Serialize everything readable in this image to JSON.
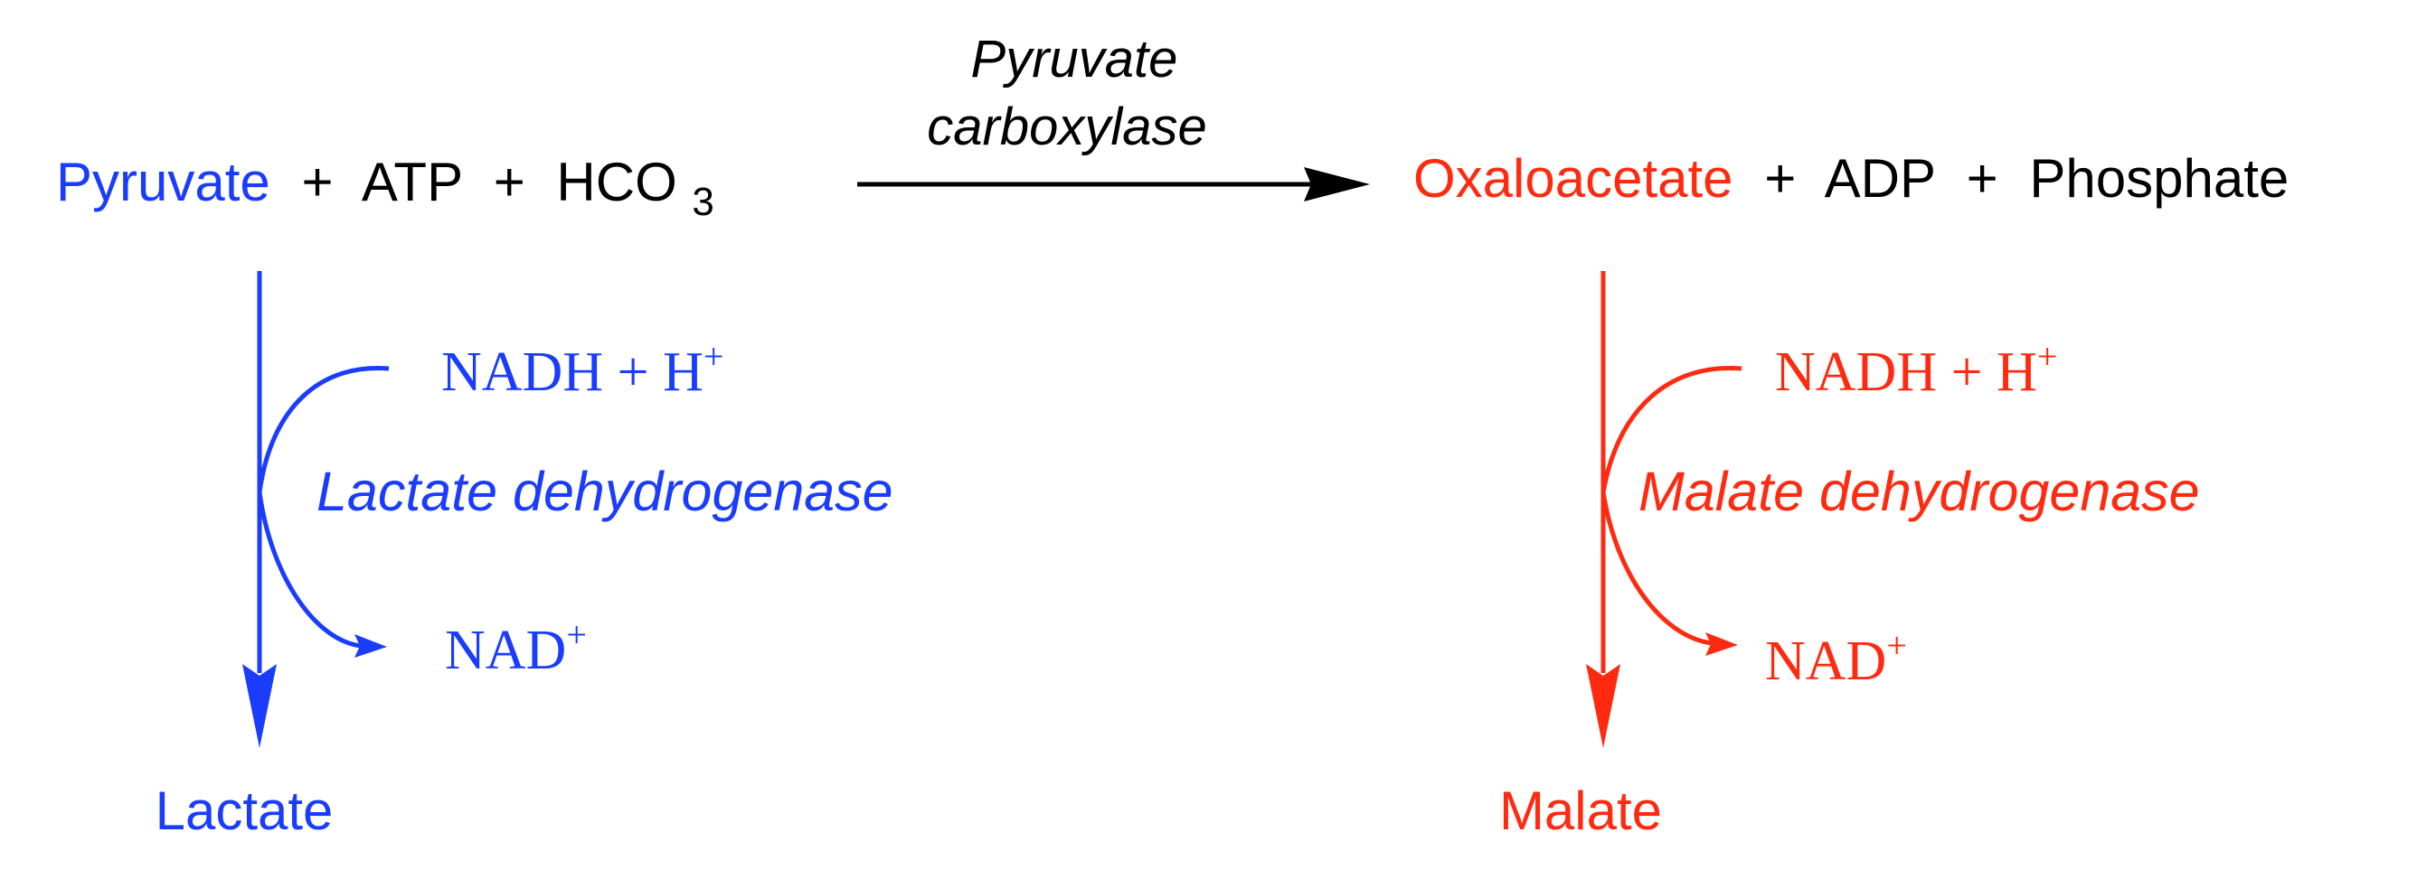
{
  "colors": {
    "left_pathway": "#1a3cff",
    "right_pathway": "#ff2a10",
    "main": "#000000"
  },
  "top_equation": {
    "reactant_main": "Pyruvate",
    "reactant_rest": {
      "plus1": "+",
      "atp": "ATP",
      "plus2": "+",
      "hco_base": "HCO",
      "hco_sub": "3"
    },
    "enzyme_line1": "Pyruvate",
    "enzyme_line2": "carboxylase",
    "product_main": "Oxaloacetate",
    "product_rest": {
      "plus1": "+",
      "adp": "ADP",
      "plus2": "+",
      "phosphate": "Phosphate"
    }
  },
  "left_branch": {
    "cofactor_in": "NADH + H",
    "cofactor_in_sup": "+",
    "enzyme": "Lactate dehydrogenase",
    "cofactor_out": "NAD",
    "cofactor_out_sup": "+",
    "product": "Lactate"
  },
  "right_branch": {
    "cofactor_in": "NADH + H",
    "cofactor_in_sup": "+",
    "enzyme": "Malate dehydrogenase",
    "cofactor_out": "NAD",
    "cofactor_out_sup": "+",
    "product": "Malate"
  }
}
